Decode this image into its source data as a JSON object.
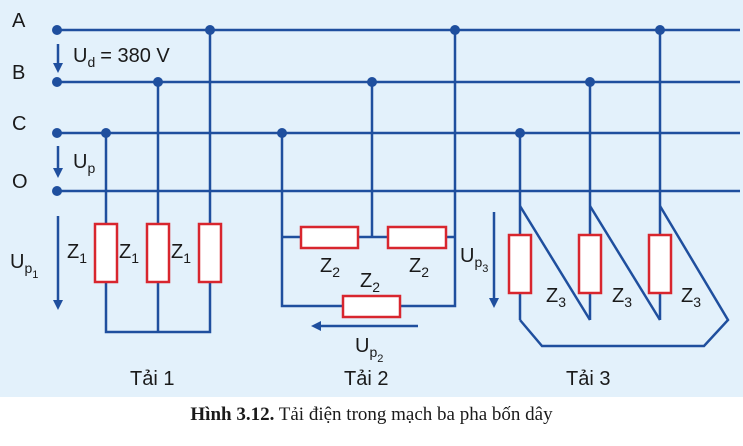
{
  "bus_labels": {
    "a": "A",
    "b": "B",
    "c": "C",
    "o": "O"
  },
  "ud": {
    "symbol": "U",
    "sub": "d",
    "value": "= 380 V"
  },
  "up": {
    "symbol": "U",
    "sub": "p"
  },
  "up1": {
    "symbol": "U",
    "sub": "p",
    "subsub": "1"
  },
  "up2": {
    "symbol": "U",
    "sub": "p",
    "subsub": "2"
  },
  "up3": {
    "symbol": "U",
    "sub": "p",
    "subsub": "3"
  },
  "z1": {
    "symbol": "Z",
    "sub": "1"
  },
  "z2": {
    "symbol": "Z",
    "sub": "2"
  },
  "z3": {
    "symbol": "Z",
    "sub": "3"
  },
  "loads": {
    "load1": "Tải 1",
    "load2": "Tải 2",
    "load3": "Tải 3"
  },
  "caption": {
    "number": "Hình 3.12.",
    "text": "Tải điện trong mạch ba pha bốn dây"
  },
  "colors": {
    "wire": "#1f4f9e",
    "resistor": "#d8262e",
    "background": "#e3f1fb"
  }
}
